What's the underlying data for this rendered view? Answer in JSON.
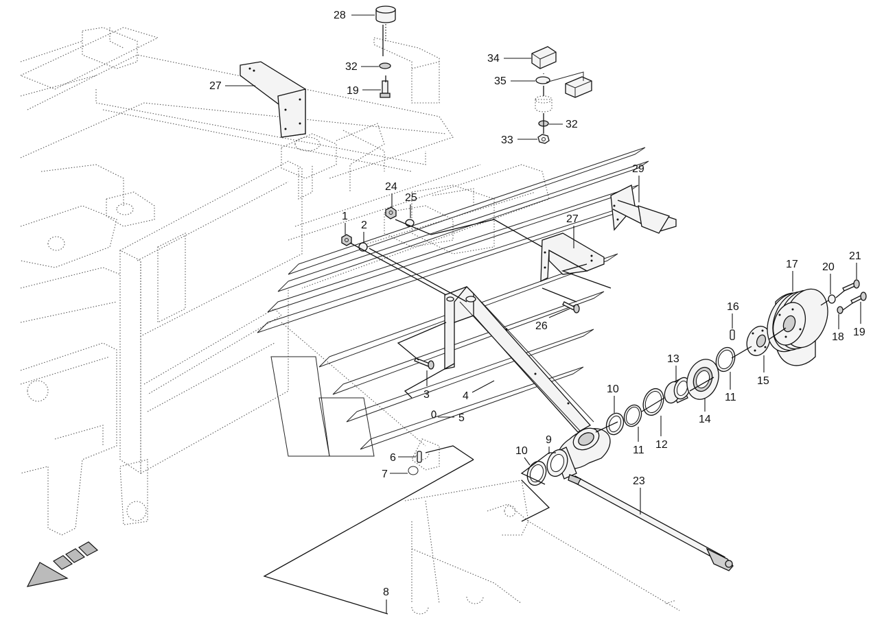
{
  "diagram": {
    "callouts": [
      {
        "id": "c28",
        "text": "28"
      },
      {
        "id": "c32a",
        "text": "32"
      },
      {
        "id": "c19a",
        "text": "19"
      },
      {
        "id": "c27a",
        "text": "27"
      },
      {
        "id": "c34",
        "text": "34"
      },
      {
        "id": "c35",
        "text": "35"
      },
      {
        "id": "c32b",
        "text": "32"
      },
      {
        "id": "c33",
        "text": "33"
      },
      {
        "id": "c29",
        "text": "29"
      },
      {
        "id": "c24",
        "text": "24"
      },
      {
        "id": "c25",
        "text": "25"
      },
      {
        "id": "c27b",
        "text": "27"
      },
      {
        "id": "c1",
        "text": "1"
      },
      {
        "id": "c2",
        "text": "2"
      },
      {
        "id": "c17",
        "text": "17"
      },
      {
        "id": "c20",
        "text": "20"
      },
      {
        "id": "c21",
        "text": "21"
      },
      {
        "id": "c16",
        "text": "16"
      },
      {
        "id": "c18",
        "text": "18"
      },
      {
        "id": "c19b",
        "text": "19"
      },
      {
        "id": "c26",
        "text": "26"
      },
      {
        "id": "c13",
        "text": "13"
      },
      {
        "id": "c15",
        "text": "15"
      },
      {
        "id": "c11a",
        "text": "11"
      },
      {
        "id": "c3",
        "text": "3"
      },
      {
        "id": "c4",
        "text": "4"
      },
      {
        "id": "c10a",
        "text": "10"
      },
      {
        "id": "c14",
        "text": "14"
      },
      {
        "id": "c12",
        "text": "12"
      },
      {
        "id": "c11b",
        "text": "11"
      },
      {
        "id": "c5",
        "text": "5"
      },
      {
        "id": "c9",
        "text": "9"
      },
      {
        "id": "c10b",
        "text": "10"
      },
      {
        "id": "c6",
        "text": "6"
      },
      {
        "id": "c7",
        "text": "7"
      },
      {
        "id": "c23",
        "text": "23"
      },
      {
        "id": "c8",
        "text": "8"
      }
    ]
  }
}
